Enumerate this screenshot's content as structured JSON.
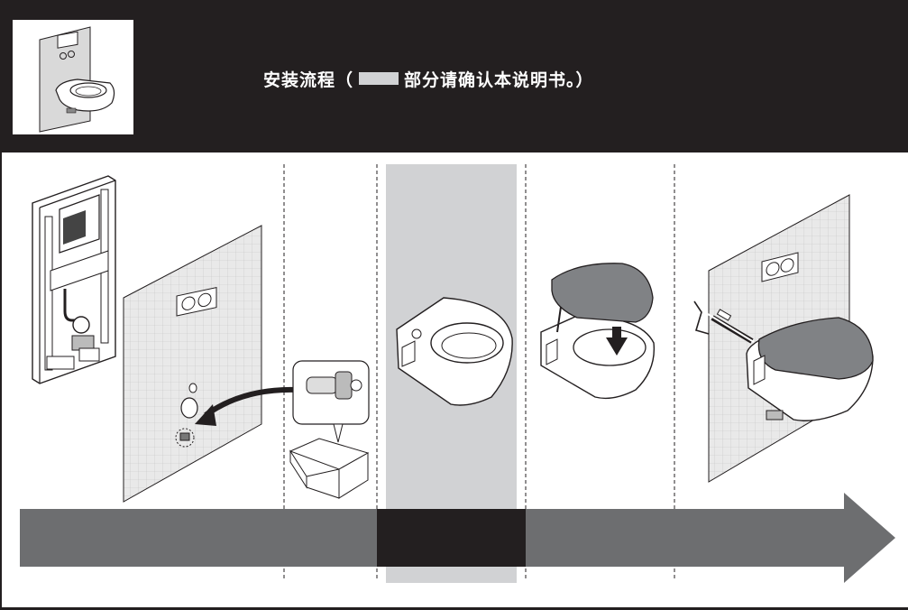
{
  "header": {
    "title_prefix": "安装流程（",
    "title_suffix": "部分请确认本说明书。）",
    "bg_color": "#231f20",
    "highlight_color": "#d1d2d4"
  },
  "steps": [
    {
      "name": "frame-installed",
      "icon": "wall-frame-icon"
    },
    {
      "name": "wall-panel-fitting",
      "icon": "valve-fitting-icon"
    },
    {
      "name": "toilet-bowl",
      "icon": "toilet-bowl-icon",
      "highlighted": true
    },
    {
      "name": "seat-mounting",
      "icon": "toilet-seat-icon"
    },
    {
      "name": "sealing-finish",
      "icon": "caulking-gun-icon"
    }
  ],
  "timeline": {
    "bar_color": "#6d6e70",
    "active_color": "#231f20",
    "active_step": 2
  }
}
